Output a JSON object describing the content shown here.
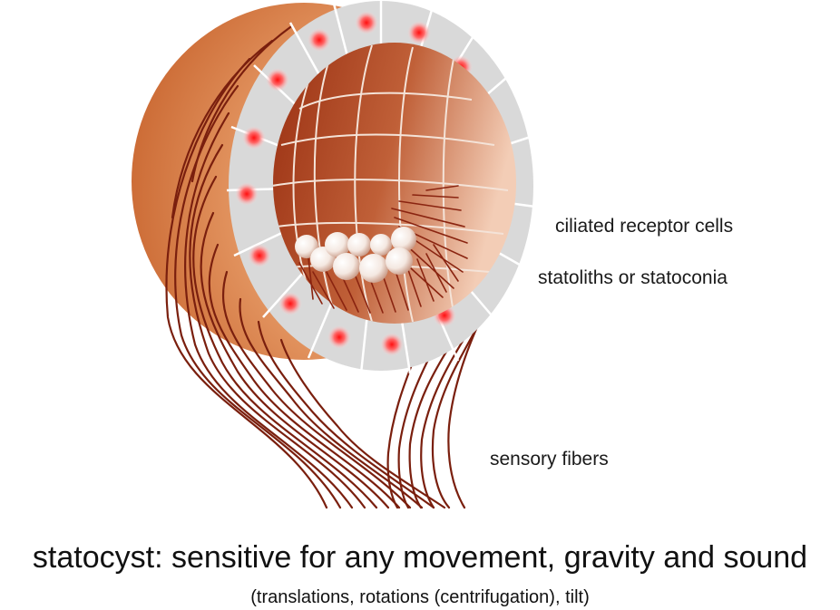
{
  "labels": {
    "ciliated_receptor_cells": "ciliated receptor cells",
    "statoliths": "statoliths or statoconia",
    "sensory_fibers": "sensory fibers"
  },
  "title": "statocyst: sensitive for any movement, gravity and sound",
  "subtitle": "(translations, rotations (centrifugation), tilt)",
  "colors": {
    "shell_outer": "#e6a070",
    "shell_dark": "#c8642e",
    "cavity_dark": "#9e3414",
    "cavity_light": "#f0c4a8",
    "receptor_ring": "#d9d9d9",
    "nucleus": "#ff1a1a",
    "fiber": "#7a1f0e",
    "statolith": "#f3ebe6"
  }
}
